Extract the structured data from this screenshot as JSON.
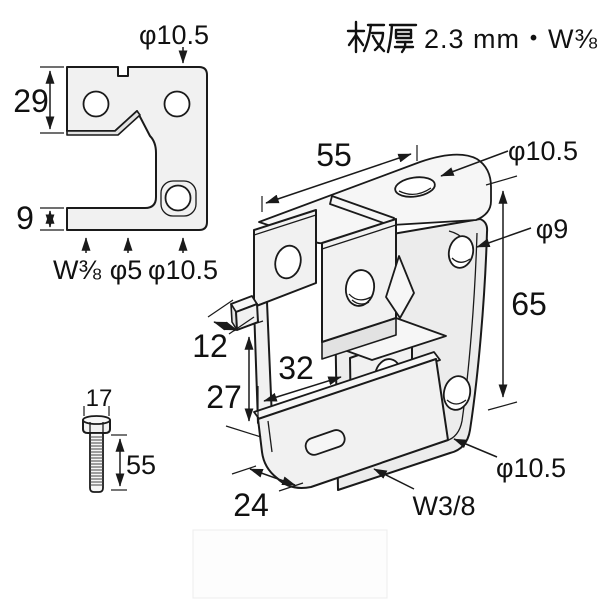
{
  "header": {
    "plate_note": "板厚 2.3 mm・W⅜",
    "plate_note_value": "2.3 mm・W⅜"
  },
  "front_view": {
    "hole_top_label": "φ10.5",
    "height_top": "29",
    "height_bottom": "9",
    "bottom_labels": {
      "thread": "W⅜",
      "small_hole": "φ5",
      "large_hole": "φ10.5"
    }
  },
  "iso_view": {
    "width": "55",
    "top_hole": "φ10.5",
    "side_hole": "φ9",
    "height": "65",
    "foot_depth": "12",
    "opening_height": "27",
    "jaw_depth": "32",
    "channel_width": "24",
    "slot_thread": "W3/8",
    "corner_hole": "φ10.5"
  },
  "bolt": {
    "head_width": "17",
    "shank_length": "55"
  },
  "colors": {
    "accent_red": "#c80010",
    "line": "#1a1a1a"
  }
}
